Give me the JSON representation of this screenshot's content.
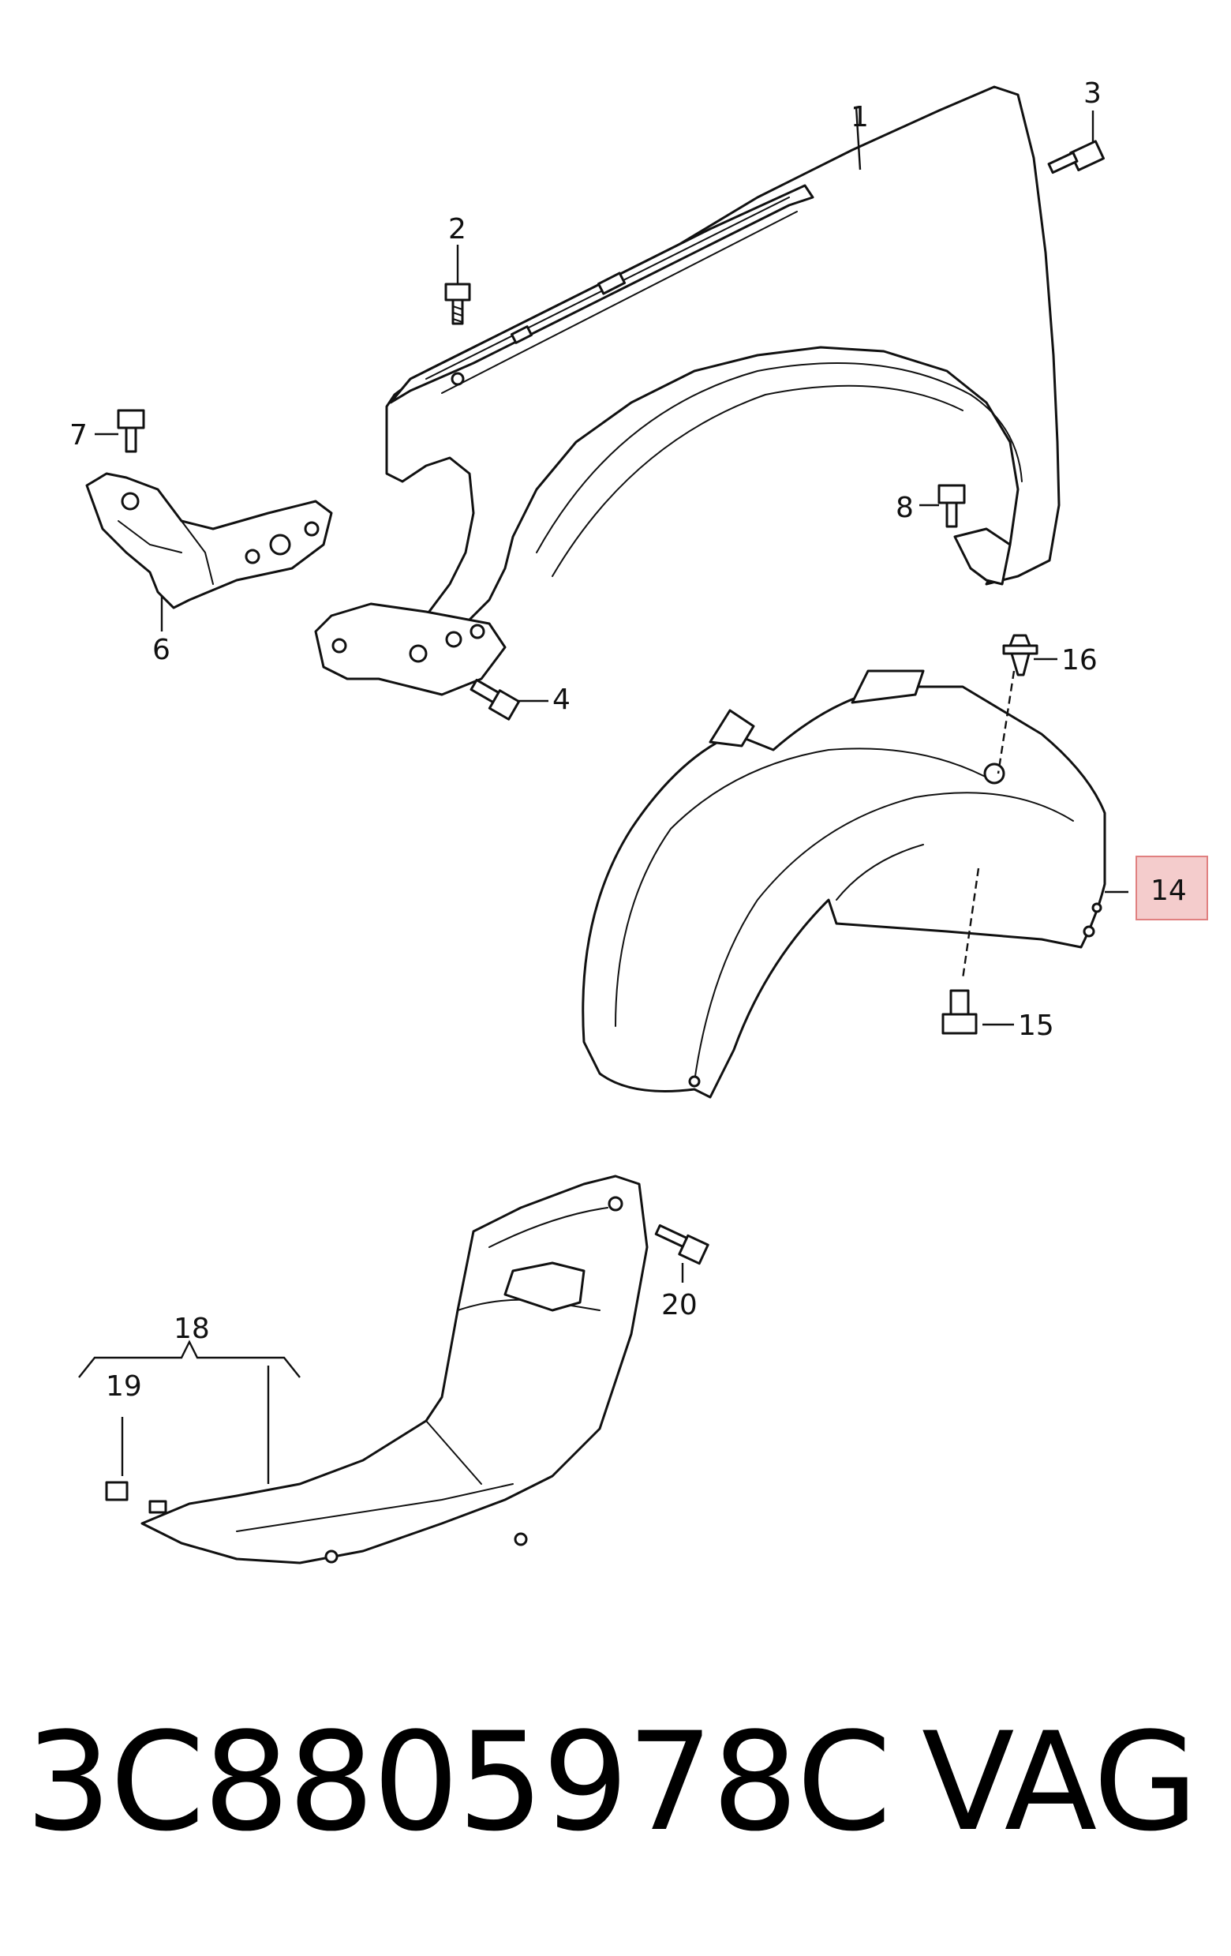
{
  "diagram": {
    "callouts": {
      "c1": "1",
      "c2": "2",
      "c3": "3",
      "c4": "4",
      "c6": "6",
      "c7": "7",
      "c8": "8",
      "c14": "14",
      "c15": "15",
      "c16": "16",
      "c18": "18",
      "c19": "19",
      "c20": "20"
    },
    "highlight_color": "#f4cccc",
    "highlight_border": "#e08080"
  },
  "footer": {
    "part_number": "3C8805978C",
    "brand": "VAG"
  }
}
